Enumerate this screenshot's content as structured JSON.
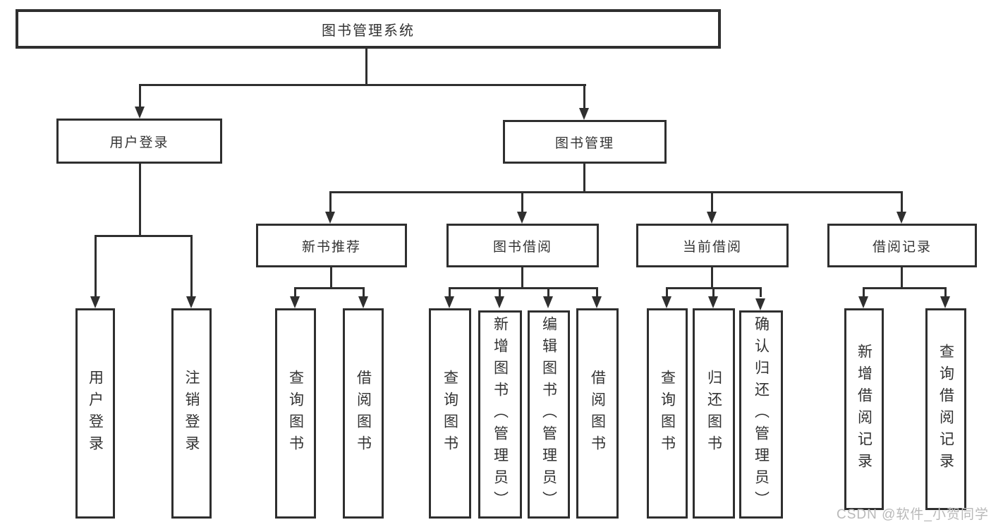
{
  "diagram": {
    "root": {
      "label": "图书管理系统"
    },
    "branches": [
      {
        "label": "用户登录",
        "children": [
          {
            "label": "用户登录"
          },
          {
            "label": "注销登录"
          }
        ]
      },
      {
        "label": "图书管理",
        "children": [
          {
            "label": "新书推荐",
            "children": [
              {
                "label": "查询图书"
              },
              {
                "label": "借阅图书"
              }
            ]
          },
          {
            "label": "图书借阅",
            "children": [
              {
                "label": "查询图书"
              },
              {
                "label": "新增图书（管理员）"
              },
              {
                "label": "编辑图书（管理员）"
              },
              {
                "label": "借阅图书"
              }
            ]
          },
          {
            "label": "当前借阅",
            "children": [
              {
                "label": "查询图书"
              },
              {
                "label": "归还图书"
              },
              {
                "label": "确认归还（管理员）"
              }
            ]
          },
          {
            "label": "借阅记录",
            "children": [
              {
                "label": "新增借阅记录"
              },
              {
                "label": "查询借阅记录"
              }
            ]
          }
        ]
      }
    ]
  },
  "watermark": "CSDN @软件_小贺同学",
  "colors": {
    "line": "#2f2f2f",
    "text": "#333333",
    "watermark": "#b9b9b9",
    "background": "#ffffff"
  }
}
